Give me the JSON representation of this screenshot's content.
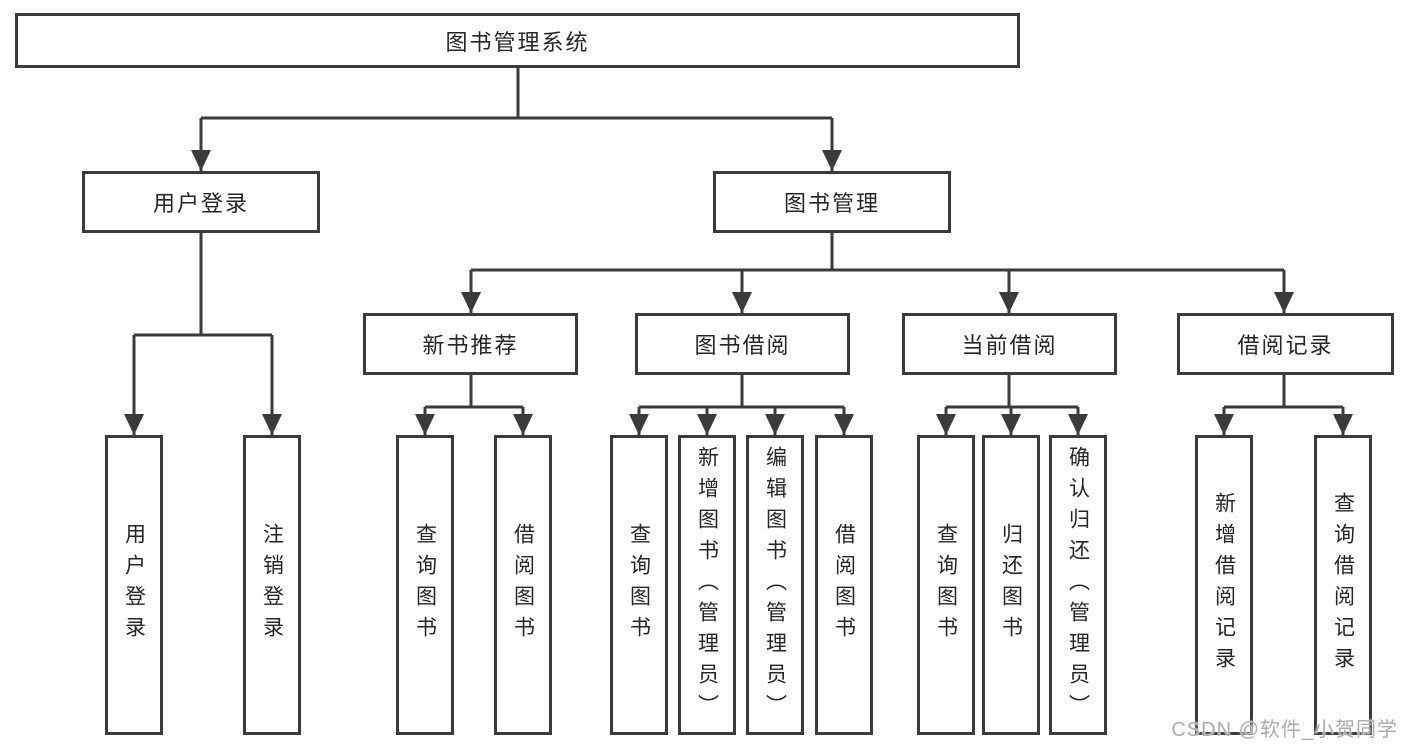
{
  "diagram": {
    "root": {
      "label": "图书管理系统"
    },
    "branches": [
      {
        "label": "用户登录",
        "children": [
          {
            "label": "用户登录"
          },
          {
            "label": "注销登录"
          }
        ]
      },
      {
        "label": "图书管理",
        "children": [
          {
            "label": "新书推荐",
            "children": [
              {
                "label": "查询图书"
              },
              {
                "label": "借阅图书"
              }
            ]
          },
          {
            "label": "图书借阅",
            "children": [
              {
                "label": "查询图书"
              },
              {
                "label": "新增图书（管理员）"
              },
              {
                "label": "编辑图书（管理员）"
              },
              {
                "label": "借阅图书"
              }
            ]
          },
          {
            "label": "当前借阅",
            "children": [
              {
                "label": "查询图书"
              },
              {
                "label": "归还图书"
              },
              {
                "label": "确认归还（管理员）"
              }
            ]
          },
          {
            "label": "借阅记录",
            "children": [
              {
                "label": "新增借阅记录"
              },
              {
                "label": "查询借阅记录"
              }
            ]
          }
        ]
      }
    ]
  },
  "watermark": {
    "text": "CSDN @软件_小贺同学"
  },
  "colors": {
    "background": "#ffffff",
    "line": "#3b3b3b",
    "box_border": "#3b3b3b",
    "box_fill": "#ffffff",
    "text": "#262626",
    "watermark": "#ababab"
  }
}
